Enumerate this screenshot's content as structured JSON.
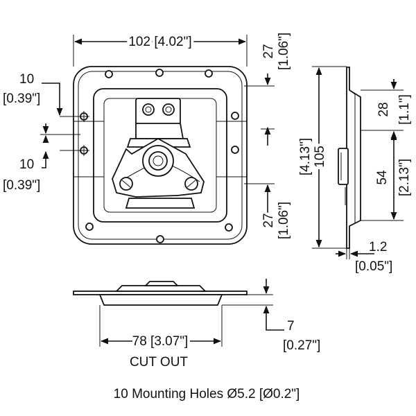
{
  "dimensions": {
    "overall_width": "102 [4.02\"]",
    "top_offset_mm": "27",
    "top_offset_in": "[1.06\"]",
    "bottom_offset_mm": "27",
    "bottom_offset_in": "[1.06\"]",
    "hole_top_mm": "10",
    "hole_top_in": "[0.39\"]",
    "hole_bottom_mm": "10",
    "hole_bottom_in": "[0.39\"]",
    "side_height_mm": "105",
    "side_height_in": "[4.13\"]",
    "side_upper_mm": "28",
    "side_upper_in": "[1.1\"]",
    "side_lower_mm": "54",
    "side_lower_in": "[2.13\"]",
    "thickness_mm": "1.2",
    "thickness_in": "[0.05\"]",
    "depth_mm": "7",
    "depth_in": "[0.27\"]",
    "cutout": "78 [3.07\"]",
    "cutout_label": "CUT OUT"
  },
  "caption": "10 Mounting Holes Ø5.2 [Ø0.2\"]"
}
